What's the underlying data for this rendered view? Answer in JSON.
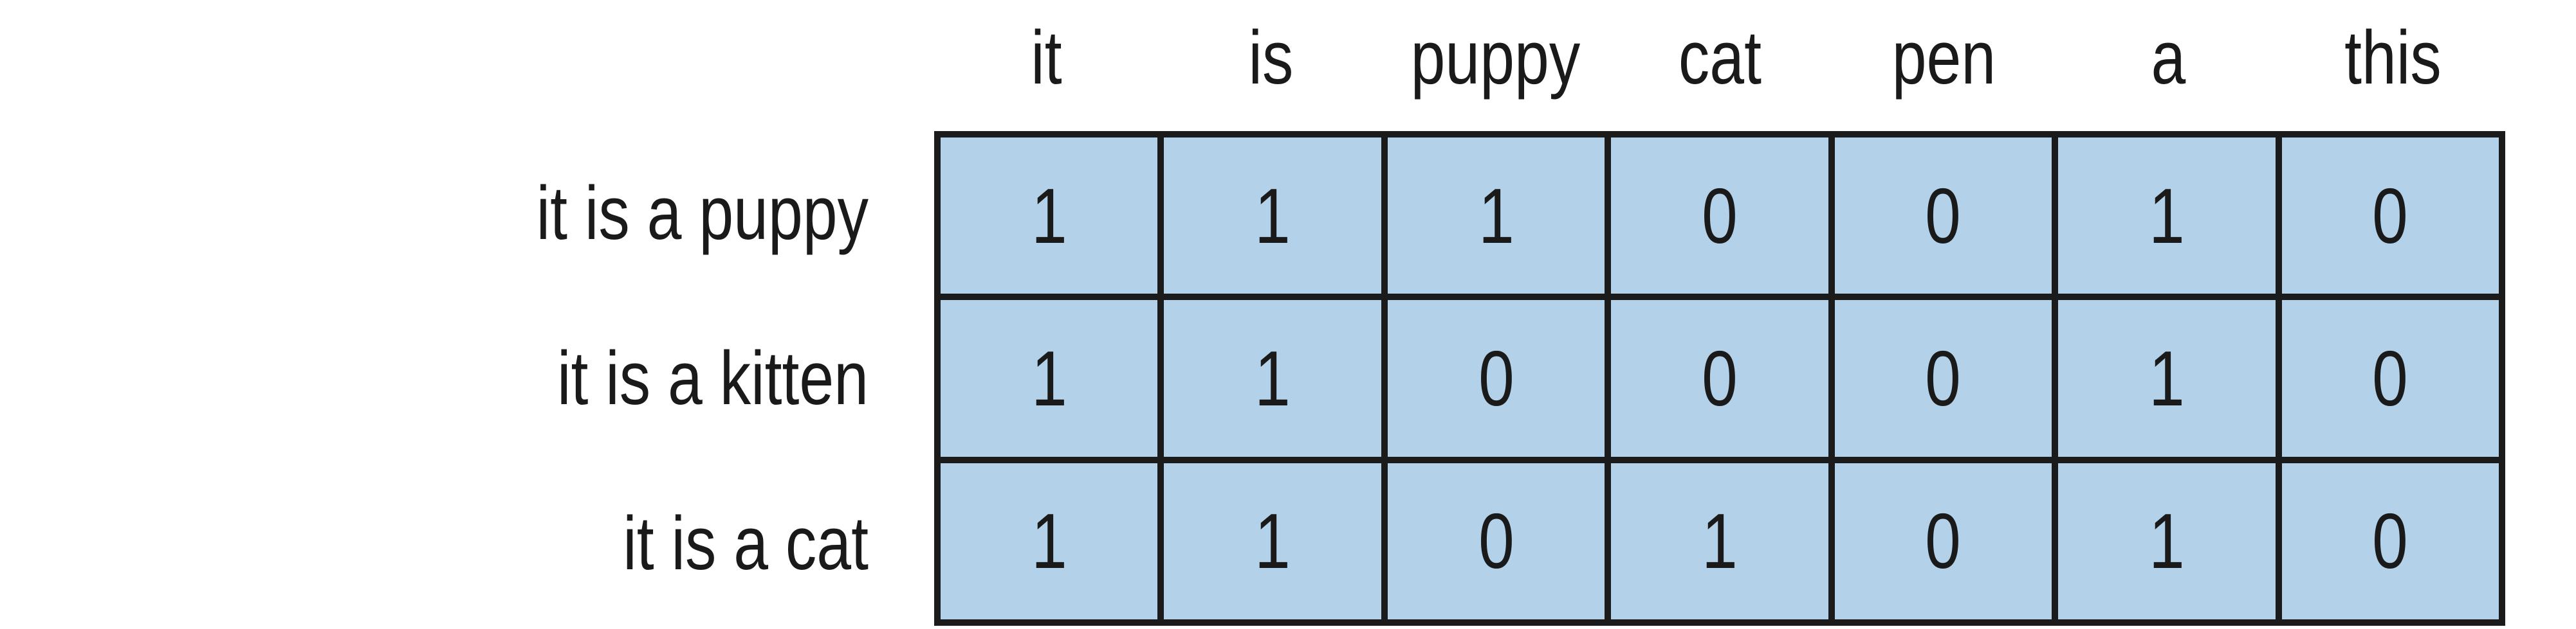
{
  "columns": [
    "it",
    "is",
    "puppy",
    "cat",
    "pen",
    "a",
    "this"
  ],
  "rows": [
    {
      "label": "it is a puppy",
      "values": [
        "1",
        "1",
        "1",
        "0",
        "0",
        "1",
        "0"
      ]
    },
    {
      "label": "it is a kitten",
      "values": [
        "1",
        "1",
        "0",
        "0",
        "0",
        "1",
        "0"
      ]
    },
    {
      "label": "it is a cat",
      "values": [
        "1",
        "1",
        "0",
        "1",
        "0",
        "1",
        "0"
      ]
    }
  ],
  "colors": {
    "cell_fill": "#b3d2e9",
    "grid_line": "#1b1b1b",
    "text": "#1a1a1a",
    "background": "#ffffff"
  }
}
